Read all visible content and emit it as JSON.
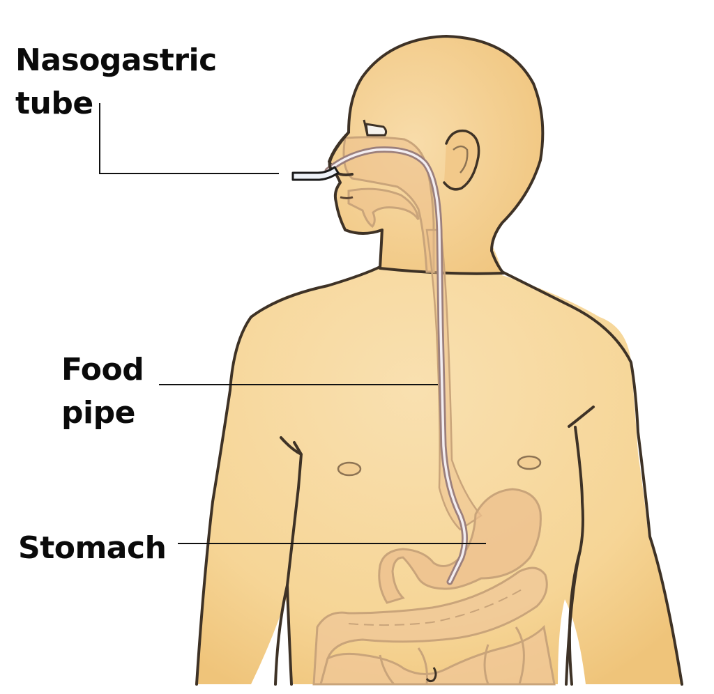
{
  "diagram": {
    "type": "anatomical-illustration",
    "subject": "Nasogastric tube placement in the human body",
    "labels": [
      {
        "id": "nasogastric-tube",
        "lines": [
          "Nasogastric",
          "tube"
        ],
        "points_to": "tube entering nostril"
      },
      {
        "id": "food-pipe",
        "lines": [
          "Food",
          "pipe"
        ],
        "points_to": "oesophagus in chest"
      },
      {
        "id": "stomach",
        "lines": [
          "Stomach"
        ],
        "points_to": "stomach in upper abdomen"
      }
    ],
    "colors": {
      "skin": "#f6d79f",
      "skin_shadow": "#efc57a",
      "outline": "#3e3226",
      "organ_fill": "#eec79a",
      "organ_outline": "#c9a47a",
      "tube_fill": "#f1eef4",
      "tube_outline": "#9b7f7c",
      "leader_line": "#111111",
      "background": "#ffffff"
    }
  }
}
